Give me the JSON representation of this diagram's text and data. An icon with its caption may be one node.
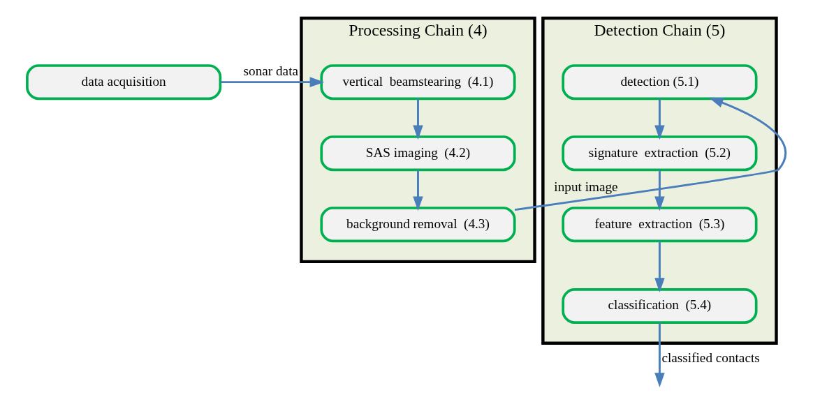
{
  "diagram": {
    "nodes": [
      {
        "text": [
          "data acquisition"
        ]
      },
      {
        "text": [
          "Processing Chain (4)"
        ]
      },
      {
        "text": [
          "vertical  beamstearing  (4.1)"
        ],
        "in": 1
      },
      {
        "text": [
          "SAS imaging  (4.2)"
        ],
        "in": 1
      },
      {
        "text": [
          "background removal  (4.3)"
        ],
        "in": 1
      },
      {
        "text": [
          "Detection Chain (5)"
        ]
      },
      {
        "text": [
          "detection (5.1)"
        ],
        "in": 5
      },
      {
        "text": [
          "signature  extraction  (5.2)"
        ],
        "in": 5
      },
      {
        "text": [
          "feature  extraction  (5.3)"
        ],
        "in": 5
      },
      {
        "text": [
          "classification  (5.4)"
        ],
        "in": 5
      }
    ],
    "edges": [
      {
        "from": 0,
        "to": 2,
        "arrow": "to",
        "label": "sonar data"
      },
      {
        "from": 2,
        "to": 3,
        "arrow": "to"
      },
      {
        "from": 3,
        "to": 4,
        "arrow": "to"
      },
      {
        "from": 4,
        "to": 6,
        "arrow": "to",
        "label": "input image"
      },
      {
        "from": 6,
        "to": 7,
        "arrow": "to"
      },
      {
        "from": 7,
        "to": 8,
        "arrow": "to"
      },
      {
        "from": 8,
        "to": 9,
        "arrow": "to"
      },
      {
        "from": 9,
        "to": null,
        "arrow": "to",
        "label": "classified contacts"
      }
    ]
  }
}
